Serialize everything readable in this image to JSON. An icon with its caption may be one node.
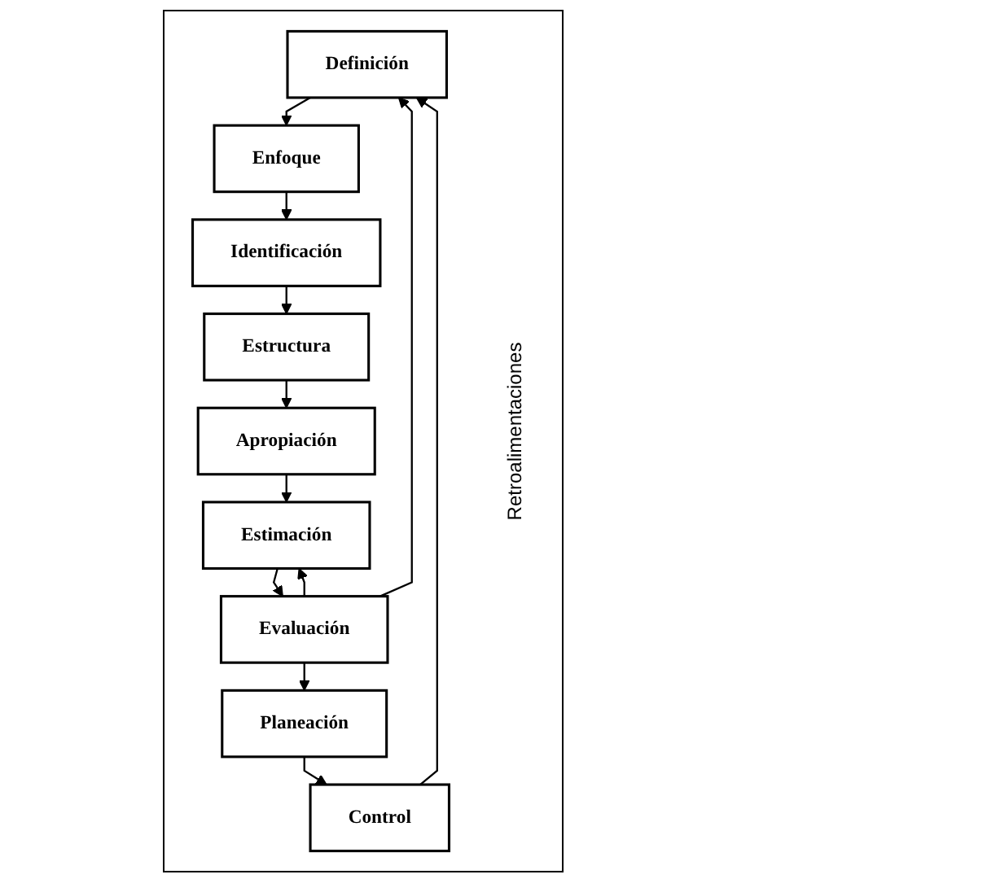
{
  "diagram": {
    "nodes": [
      {
        "text": [
          "Definición"
        ]
      },
      {
        "text": [
          "Enfoque"
        ]
      },
      {
        "text": [
          "Identificación"
        ]
      },
      {
        "text": [
          "Estructura"
        ]
      },
      {
        "text": [
          "Apropiación"
        ]
      },
      {
        "text": [
          "Estimación"
        ]
      },
      {
        "text": [
          "Evaluación"
        ]
      },
      {
        "text": [
          "Planeación"
        ]
      },
      {
        "text": [
          "Control"
        ]
      }
    ],
    "edges": [
      {
        "from": 0,
        "to": 1,
        "arrow": "to"
      },
      {
        "from": 1,
        "to": 2,
        "arrow": "to"
      },
      {
        "from": 2,
        "to": 3,
        "arrow": "to"
      },
      {
        "from": 3,
        "to": 4,
        "arrow": "to"
      },
      {
        "from": 4,
        "to": 5,
        "arrow": "to"
      },
      {
        "from": 5,
        "to": 6,
        "arrow": "to"
      },
      {
        "from": 6,
        "to": 7,
        "arrow": "to"
      },
      {
        "from": 7,
        "to": 8,
        "arrow": "to"
      },
      {
        "from": 6,
        "to": 5,
        "arrow": "to"
      },
      {
        "from": 6,
        "to": 0,
        "arrow": "to"
      },
      {
        "from": 8,
        "to": 0,
        "arrow": "to"
      }
    ],
    "labels": [
      "Retroalimentaciones"
    ]
  }
}
